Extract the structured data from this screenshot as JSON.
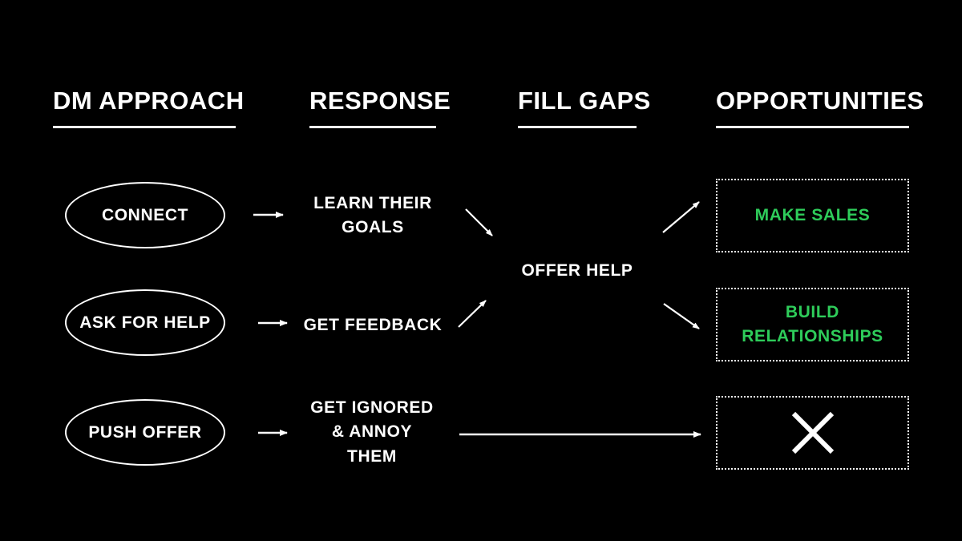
{
  "page": {
    "background_color": "#000000",
    "text_color": "#ffffff",
    "accent_green": "#2ecc5a"
  },
  "columns": [
    {
      "id": "dm-approach",
      "label": "DM APPROACH"
    },
    {
      "id": "response",
      "label": "RESPONSE"
    },
    {
      "id": "fill-gaps",
      "label": "FILL GAPS"
    },
    {
      "id": "opportunities",
      "label": "OPPORTUNITIES"
    }
  ],
  "approach_nodes": [
    {
      "id": "connect",
      "label": "CONNECT"
    },
    {
      "id": "ask-for-help",
      "label": "ASK FOR HELP"
    },
    {
      "id": "push-offer",
      "label": "PUSH OFFER"
    }
  ],
  "response_nodes": [
    {
      "id": "learn-their-goals",
      "label": "LEARN THEIR GOALS"
    },
    {
      "id": "get-feedback",
      "label": "GET FEEDBACK"
    },
    {
      "id": "get-ignored",
      "label": "GET IGNORED & ANNOY THEM"
    }
  ],
  "fill_gaps_nodes": [
    {
      "id": "offer-help",
      "label": "OFFER HELP"
    }
  ],
  "opportunity_nodes": [
    {
      "id": "make-sales",
      "label": "MAKE SALES",
      "color": "#2ecc5a",
      "is_icon": false
    },
    {
      "id": "build-relationships",
      "label": "BUILD RELATIONSHIPS",
      "color": "#2ecc5a",
      "is_icon": false
    },
    {
      "id": "failure",
      "label": "",
      "color": "#ffffff",
      "is_icon": true,
      "icon": "x-mark-icon"
    }
  ],
  "connectors": [
    {
      "id": "connect-to-learn",
      "type": "arrow-right"
    },
    {
      "id": "ask-to-feedback",
      "type": "arrow-right"
    },
    {
      "id": "push-to-ignored",
      "type": "arrow-right"
    },
    {
      "id": "learn-to-offer-help",
      "type": "arrow-diagonal-down-right"
    },
    {
      "id": "feedback-to-offer-help",
      "type": "arrow-diagonal-up-right"
    },
    {
      "id": "offer-help-to-make-sales",
      "type": "arrow-diagonal-up-right"
    },
    {
      "id": "offer-help-to-build-rel",
      "type": "arrow-diagonal-down-right"
    },
    {
      "id": "ignored-to-failure",
      "type": "arrow-long-right"
    }
  ]
}
